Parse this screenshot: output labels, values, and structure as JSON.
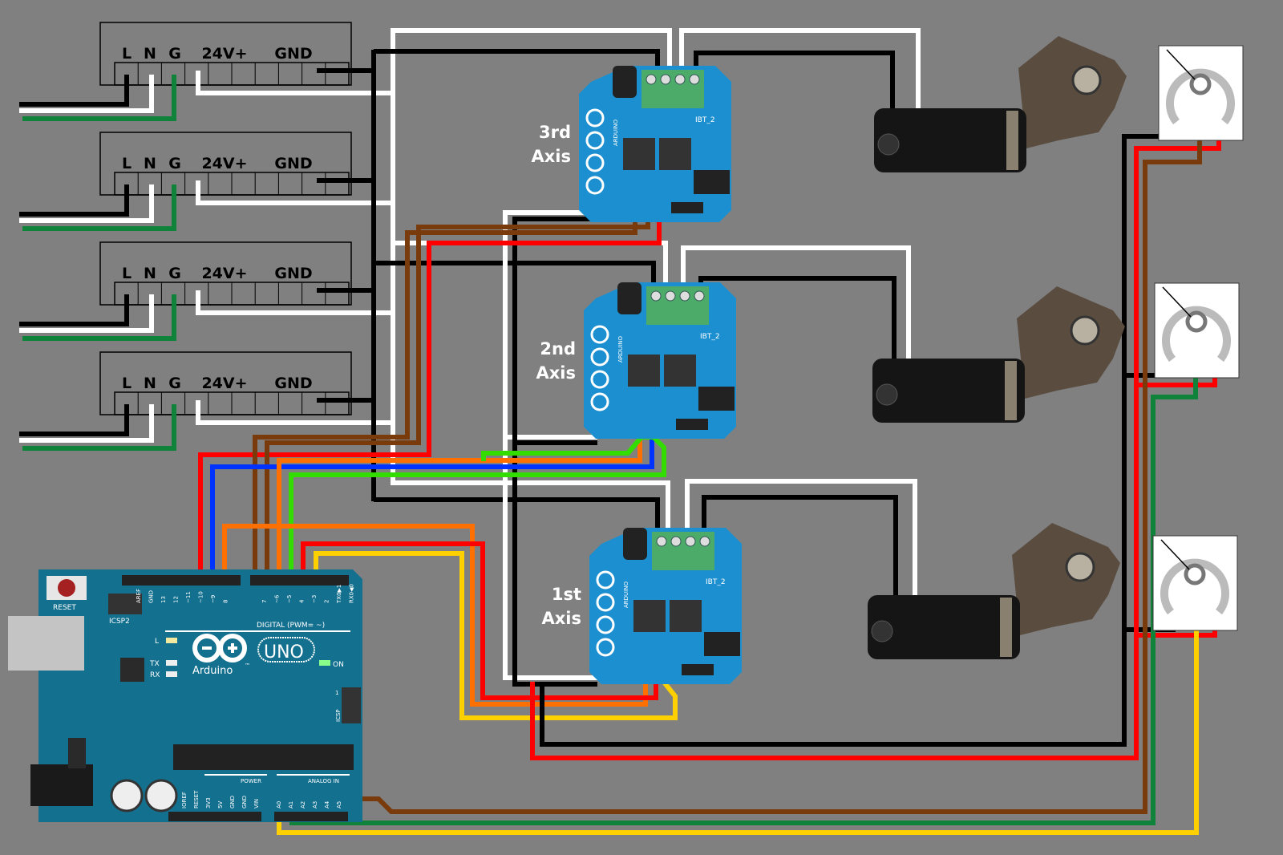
{
  "colors": {
    "background": "#808080",
    "black_wire": "#000000",
    "white_wire": "#ffffff",
    "green_wire": "#10833a",
    "red_wire": "#ff0000",
    "brown_wire": "#7a3b0c",
    "blue_wire": "#0033ff",
    "orange_wire": "#ff7000",
    "lime_wire": "#33dd00",
    "yellow_wire": "#ffd000",
    "board_blue": "#1c8fd0",
    "arduino_blue": "#13708f"
  },
  "power_supplies": [
    {
      "terminals": [
        "L",
        "N",
        "G",
        "24V+",
        "GND"
      ]
    },
    {
      "terminals": [
        "L",
        "N",
        "G",
        "24V+",
        "GND"
      ]
    },
    {
      "terminals": [
        "L",
        "N",
        "G",
        "24V+",
        "GND"
      ]
    },
    {
      "terminals": [
        "L",
        "N",
        "G",
        "24V+",
        "GND"
      ]
    }
  ],
  "drivers": [
    {
      "axis_line1": "3rd",
      "axis_line2": "Axis",
      "model": "IBT_2",
      "brand": "ARDUINO"
    },
    {
      "axis_line1": "2nd",
      "axis_line2": "Axis",
      "model": "IBT_2",
      "brand": "ARDUINO"
    },
    {
      "axis_line1": "1st",
      "axis_line2": "Axis",
      "model": "IBT_2",
      "brand": "ARDUINO"
    }
  ],
  "arduino": {
    "reset": "RESET",
    "icsp2": "ICSP2",
    "icsp": "ICSP",
    "icsp_pin1": "1",
    "digital_pins": [
      "AREF",
      "GND",
      "13",
      "12",
      "~11",
      "~10",
      "~9",
      "8",
      "7",
      "~6",
      "~5",
      "4",
      "~3",
      "2",
      "TX0▶1",
      "RX0◀0"
    ],
    "digital_label": "DIGITAL (PWM= ~)",
    "led_l": "L",
    "led_tx": "TX",
    "led_rx": "RX",
    "logo_text": "Arduino",
    "model": "UNO",
    "tm": "™",
    "on_label": "ON",
    "power_pins": [
      "IOREF",
      "RESET",
      "3V3",
      "5V",
      "GND",
      "GND",
      "VIN"
    ],
    "power_label": "POWER",
    "analog_label": "ANALOG IN",
    "analog_pins": [
      "A0",
      "A1",
      "A2",
      "A3",
      "A4",
      "A5"
    ]
  }
}
